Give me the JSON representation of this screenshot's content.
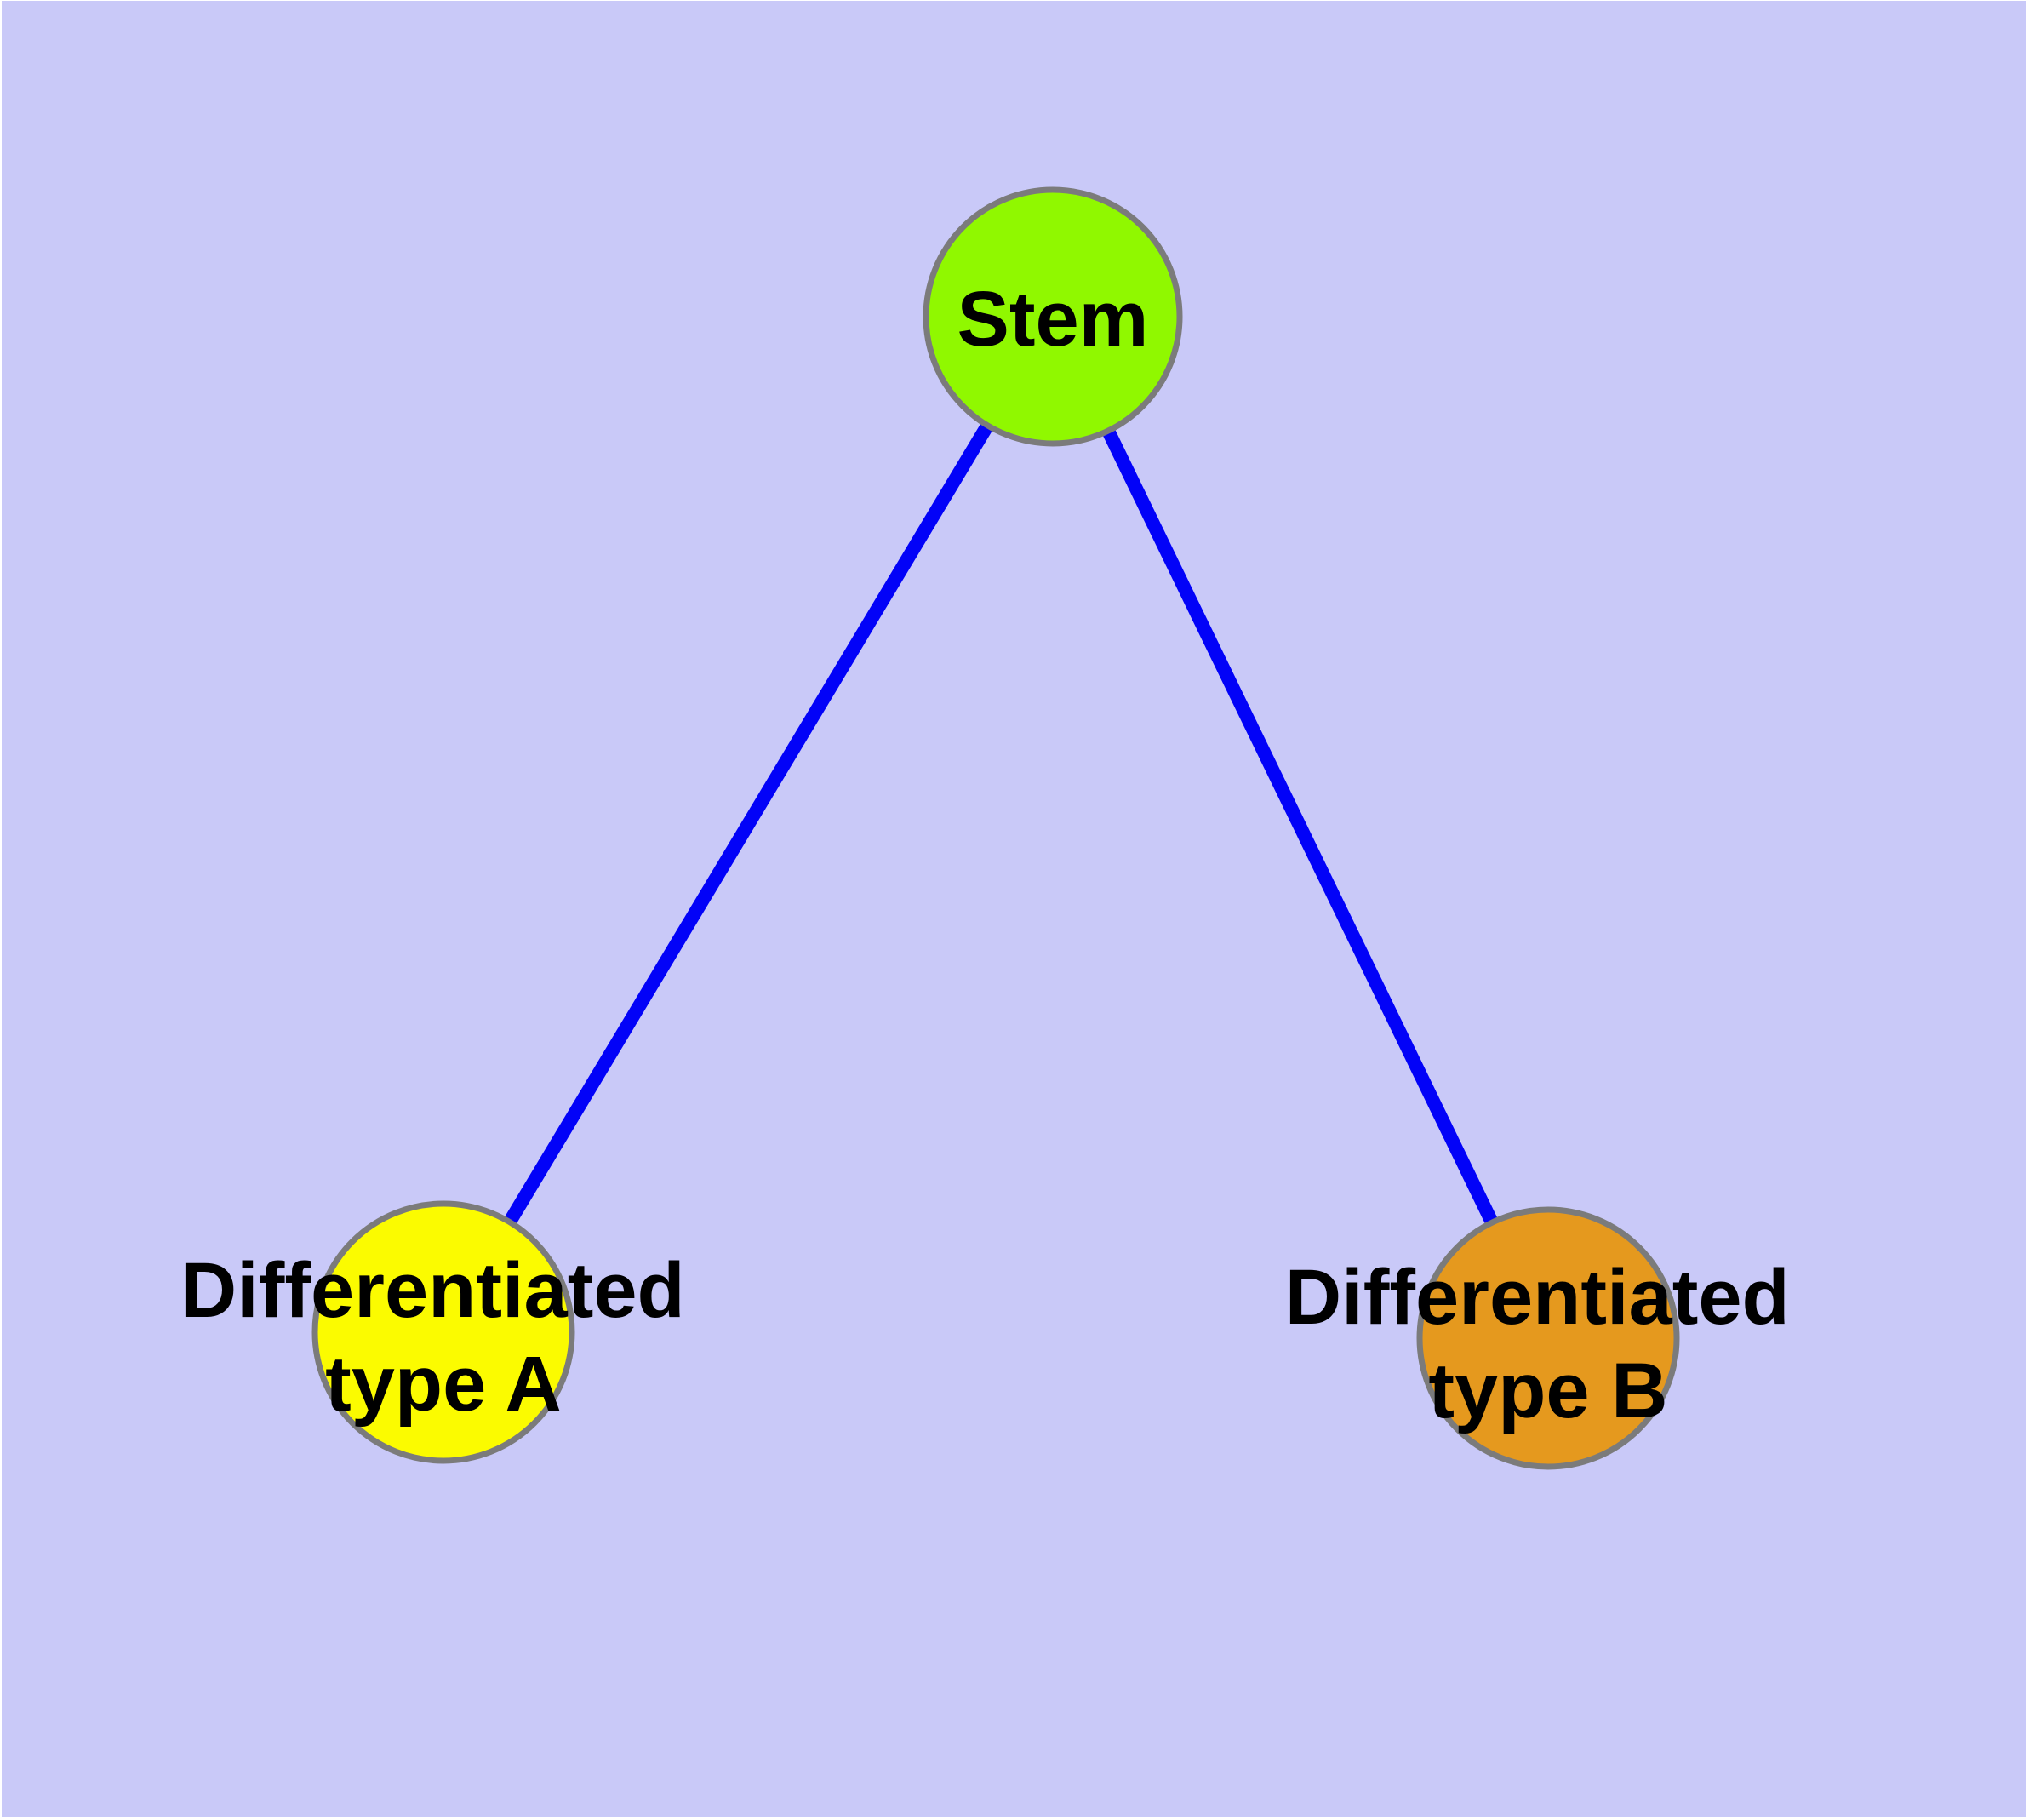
{
  "diagram": {
    "background_color": "#C9C9F8",
    "frame_color": "#FFFFFF",
    "text_color": "#000000",
    "node_border_color": "#7B7B7B",
    "edge_color": "#0202F8",
    "nodes": [
      {
        "id": "stem",
        "label": "Stem",
        "fill": "#90F800"
      },
      {
        "id": "differentiated-type-a",
        "label_line1": "Differentiated",
        "label_line2": "type A",
        "fill": "#FBFB00"
      },
      {
        "id": "differentiated-type-b",
        "label_line1": "Differentiated",
        "label_line2": "type B",
        "fill": "#E5991E"
      }
    ],
    "edges": [
      {
        "from": "Stem",
        "to": "Differentiated type A"
      },
      {
        "from": "Stem",
        "to": "Differentiated type B"
      }
    ]
  }
}
